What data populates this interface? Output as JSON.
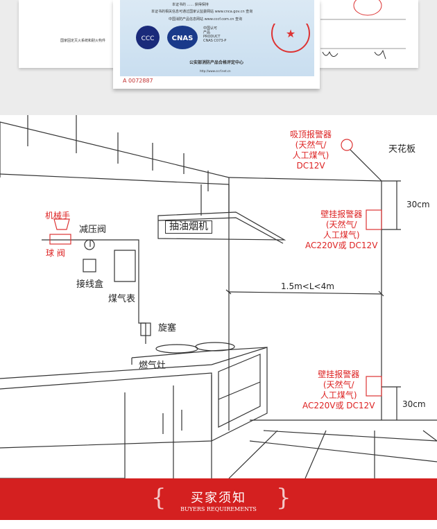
{
  "certificate": {
    "left_doc_text": "国家固定灭火系统和耐火构件",
    "lines": [
      "本证书的 ...... 获得保持",
      "本证书的相关信息可通过国家认监委网站 www.cnca.gov.cn 查询",
      "中国消防产品信息网站 www.cccf.com.cn 查询"
    ],
    "logo_ccc": "CCC",
    "logo_cnas": "CNAS",
    "cnas_info": [
      "中国认可",
      "产品",
      "PRODUCT",
      "CNAS C073-P"
    ],
    "issuer": "公安部消防产品合格评定中心",
    "website": "http://www.cccf.net.cn",
    "serial": "A 0072887"
  },
  "diagram": {
    "ceiling_detector": [
      "吸顶报警器",
      "(天然气/",
      "人工煤气)",
      "DC12V"
    ],
    "ceiling": "天花板",
    "dist_top": "30cm",
    "wall_detector_upper": [
      "壁挂报警器",
      "(天然气/",
      "人工煤气)",
      "AC220V或 DC12V"
    ],
    "range_hood": "抽油烟机",
    "manipulator": "机械手",
    "ball_valve": "球 阀",
    "pressure_valve": "减压阀",
    "junction_box": "接线盒",
    "gas_meter": "煤气表",
    "plug_valve": "旋塞",
    "gas_stove": "燃气灶",
    "distance": "1.5m<L<4m",
    "wall_detector_lower": [
      "壁挂报警器",
      "(天然气/",
      "人工煤气)",
      "AC220V或 DC12V"
    ],
    "dist_bottom": "30cm"
  },
  "banner": {
    "title": "买家须知",
    "subtitle": "BUYERS REQUIREMENTS"
  },
  "colors": {
    "accent": "#d42020",
    "label_red": "#dd2222"
  }
}
